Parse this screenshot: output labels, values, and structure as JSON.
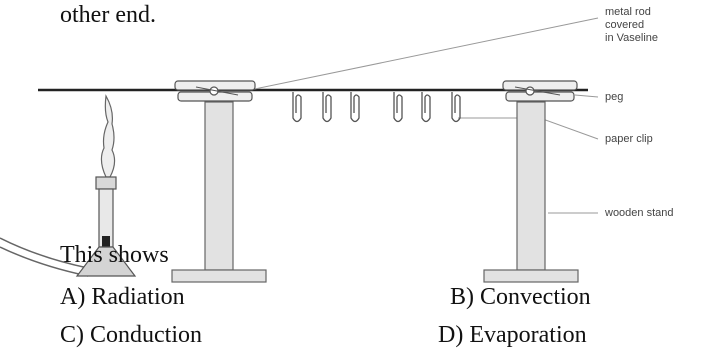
{
  "top_text": "other end.",
  "labels": {
    "rod": [
      "metal rod",
      "covered",
      "in Vaseline"
    ],
    "peg": "peg",
    "clip": "paper clip",
    "stand": "wooden stand"
  },
  "question": {
    "stem": "This shows",
    "options": {
      "a": "A) Radiation",
      "b": "B) Convection",
      "c": "C) Conduction",
      "d": "D) Evaporation"
    }
  }
}
